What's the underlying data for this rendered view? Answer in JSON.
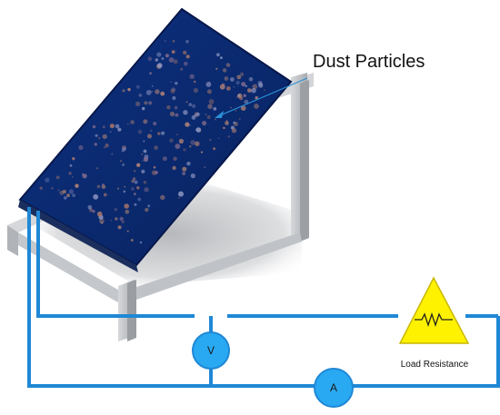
{
  "labels": {
    "dust": "Dust Particles",
    "load": "Load Resistance",
    "voltmeter": "V",
    "ammeter": "A"
  },
  "colors": {
    "panel": "#0a2a6e",
    "panel_edge": "#06174a",
    "wire": "#1f88d6",
    "meter_fill": "#29a9f2",
    "resistor_fill": "#fff200",
    "frame": "#c9ccd0",
    "shadow": "#b9bbbf"
  }
}
